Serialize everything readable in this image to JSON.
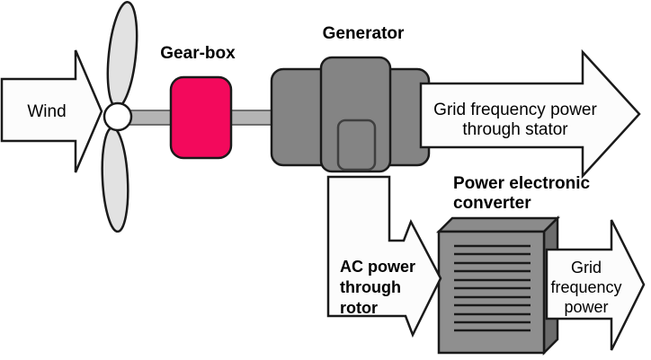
{
  "diagram": {
    "title": "Wind",
    "labels": {
      "wind": "Wind",
      "gearbox": "Gear-box",
      "generator": "Generator",
      "converter_name": [
        "Power electronic",
        "converter"
      ],
      "stator_arrow": [
        "Grid frequency power",
        "through stator"
      ],
      "rotor_arrow": [
        "AC power",
        "through",
        "rotor"
      ],
      "grid_arrow": [
        "Grid",
        "frequency",
        "power"
      ]
    },
    "colors": {
      "gearbox_fill": "#f3095c",
      "generator_fill": "#848484",
      "converter_front": "#8f8f8f",
      "converter_top": "#8b8b8b",
      "converter_side": "#6c6c6c",
      "blade_fill": "#e2e2e2",
      "hub_fill": "#ffffff",
      "shaft_fill": "#b4b4b4",
      "arrow_fill": "#fcfcfc",
      "outline": "#1a1a1a",
      "text": "#000000"
    }
  }
}
